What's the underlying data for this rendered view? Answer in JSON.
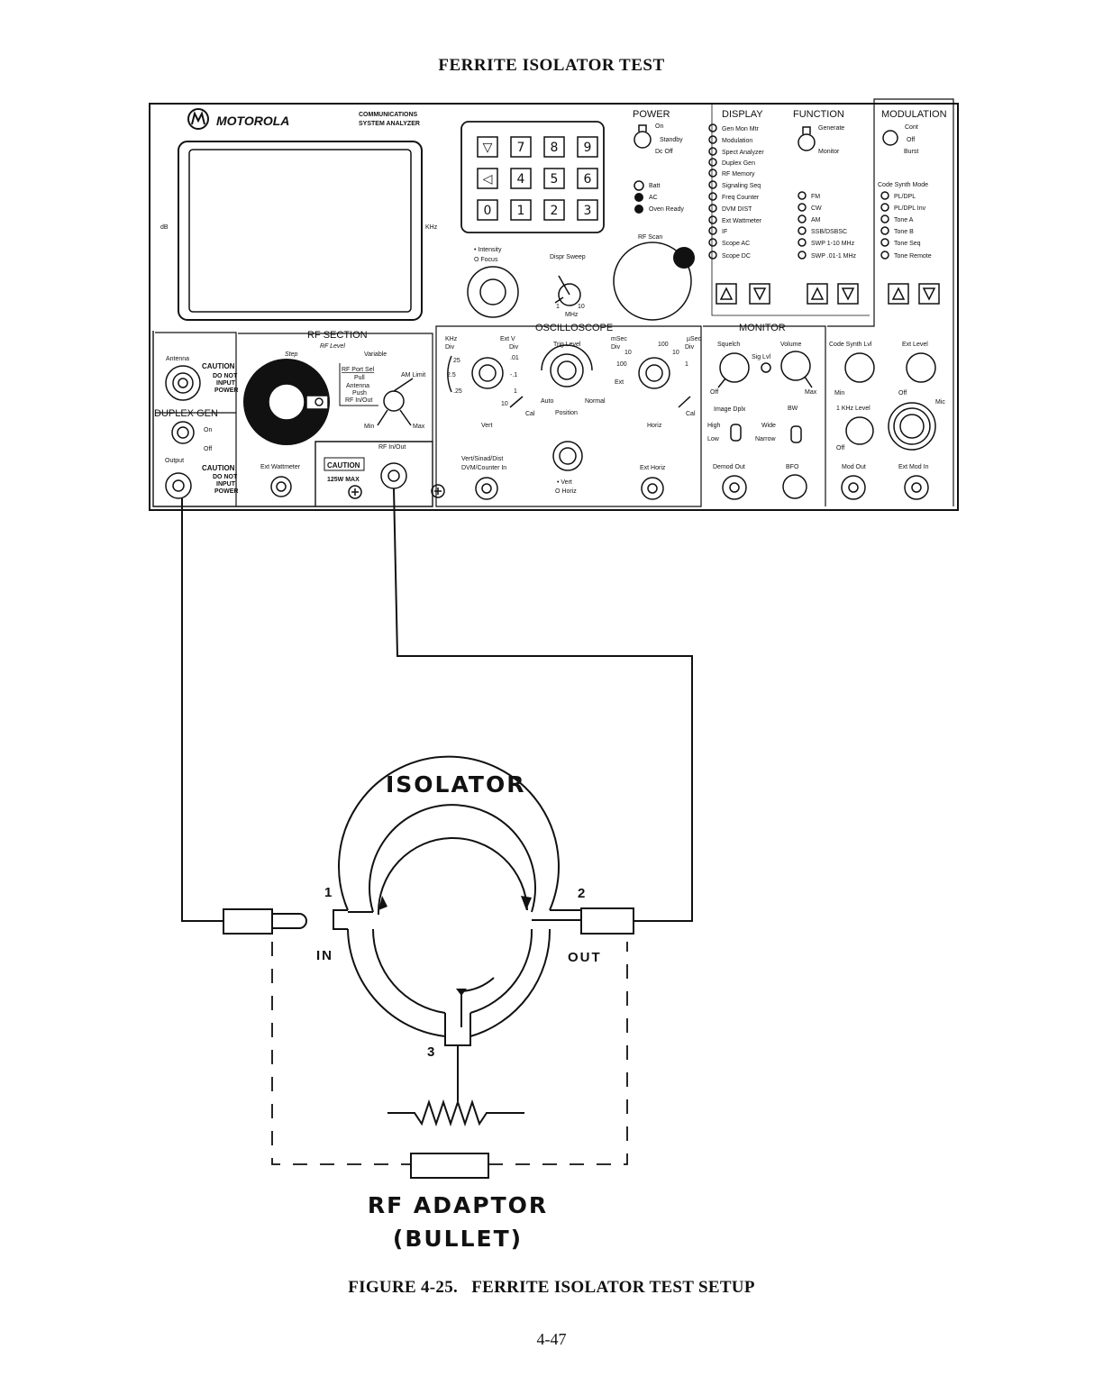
{
  "page": {
    "title": "FERRITE ISOLATOR TEST",
    "caption": "FIGURE 4-25.   FERRITE ISOLATOR TEST SETUP",
    "page_number": "4-47"
  },
  "analyzer": {
    "brand": "MOTOROLA",
    "model_line1": "COMMUNICATIONS",
    "model_line2": "SYSTEM ANALYZER",
    "screen_left": "dB",
    "screen_right": "KHz",
    "keypad": [
      "▽",
      "7",
      "8",
      "9",
      "◁",
      "4",
      "5",
      "6",
      "0",
      "1",
      "2",
      "3"
    ],
    "power": {
      "title": "POWER",
      "on": "On",
      "standby": "Standby",
      "dc_off": "Dc Off",
      "batt": "Batt",
      "ac": "AC",
      "oven": "Oven Ready"
    },
    "intensity": "• Intensity",
    "focus": "O Focus",
    "dispr_sweep": "Dispr Sweep",
    "dispr_1": "1",
    "dispr_10": "10",
    "mhz": "MHz",
    "rf_scan": "RF Scan",
    "display": {
      "title": "DISPLAY",
      "items": [
        "Gen Mon Mtr",
        "Modulation",
        "Spect Analyzer",
        "Duplex Gen",
        "RF Memory",
        "Signaling Seq",
        "Freq Counter",
        "DVM DIST",
        "Ext Wattmeter",
        "IF",
        "Scope AC",
        "Scope DC"
      ]
    },
    "function": {
      "title": "FUNCTION",
      "generate": "Generate",
      "monitor": "Monitor",
      "items": [
        "FM",
        "CW",
        "AM",
        "SSB/DSBSC",
        "SWP 1-10 MHz",
        "SWP .01-1 MHz"
      ]
    },
    "modulation": {
      "title": "MODULATION",
      "cont": "Cont",
      "off": "Off",
      "burst": "Burst",
      "code_synth": "Code Synth Mode",
      "items": [
        "PL/DPL",
        "PL/DPL Inv",
        "Tone A",
        "Tone B",
        "Tone Seq",
        "Tone Remote"
      ]
    },
    "rf_section": {
      "title": "RF SECTION",
      "rf_level": "RF Level",
      "step": "Step",
      "variable": "Variable",
      "port_sel": "RF Port Sel",
      "pull": "Pull",
      "antenna": "Antenna",
      "push": "Push",
      "rf_inout": "RF In/Out",
      "am_limit": "AM Limit",
      "min": "Min",
      "max": "Max",
      "rf_in_out": "RF In/Out",
      "ext_wattmeter": "Ext Wattmeter",
      "caution": "CAUTION",
      "caution_125": "125W MAX"
    },
    "antenna": {
      "label": "Antenna",
      "caution": "CAUTION",
      "do_not": "DO NOT",
      "input": "INPUT",
      "power": "POWER"
    },
    "duplex_gen": {
      "title": "DUPLEX GEN",
      "on": "On",
      "off": "Off",
      "output": "Output",
      "caution": "CAUTION",
      "do_not": "DO NOT",
      "input": "INPUT",
      "power": "POWER"
    },
    "oscilloscope": {
      "title": "OSCILLOSCOPE",
      "khz_div": "KHz",
      "div": "Div",
      "ext_v": "Ext V",
      "ext_div": "Div",
      "trig_level": "Trig Level",
      "msec": "mSec",
      "div2": "Div",
      "usec": "µSec",
      "div3": "Div",
      "v25": "25",
      "v2_5": "2.5",
      "v_25": ".25",
      "v_01": ".01",
      "v_1a": "-.1",
      "v_1b": "1",
      "v10": "10",
      "t10a": "10",
      "t100a": "100",
      "t100b": "100",
      "t10b": "10",
      "t1": "1",
      "ext": "Ext",
      "auto": "Auto",
      "normal": "Normal",
      "cal1": "Cal",
      "cal2": "Cal",
      "vert": "Vert",
      "position": "Position",
      "horiz": "Horiz",
      "vsd": "Vert/Sinad/Dist",
      "dvm": "DVM/Counter In",
      "vert_dot": "• Vert",
      "horiz_o": "O Horiz",
      "ext_horiz": "Ext Horiz"
    },
    "monitor": {
      "title": "MONITOR",
      "squelch": "Squelch",
      "volume": "Volume",
      "sig_lvl": "Sig Lvl",
      "off": "Off",
      "max": "Max",
      "image": "Image Dplx",
      "bw": "BW",
      "high": "High",
      "low": "Low",
      "wide": "Wide",
      "narrow": "Narrow",
      "demod_out": "Demod Out",
      "bfo": "BFO"
    },
    "right_panel": {
      "code_synth_lvl": "Code Synth Lvl",
      "ext_level": "Ext Level",
      "min": "Min",
      "off": "Off",
      "mic": "Mic",
      "khz_level": "1 KHz Level",
      "off2": "Off",
      "mod_out": "Mod Out",
      "ext_mod_in": "Ext Mod In"
    }
  },
  "isolator": {
    "title": "ISOLATOR",
    "port1": "1",
    "port2": "2",
    "port3": "3",
    "in": "IN",
    "out": "OUT",
    "adaptor_line1": "RF ADAPTOR",
    "adaptor_line2": "(BULLET)"
  }
}
